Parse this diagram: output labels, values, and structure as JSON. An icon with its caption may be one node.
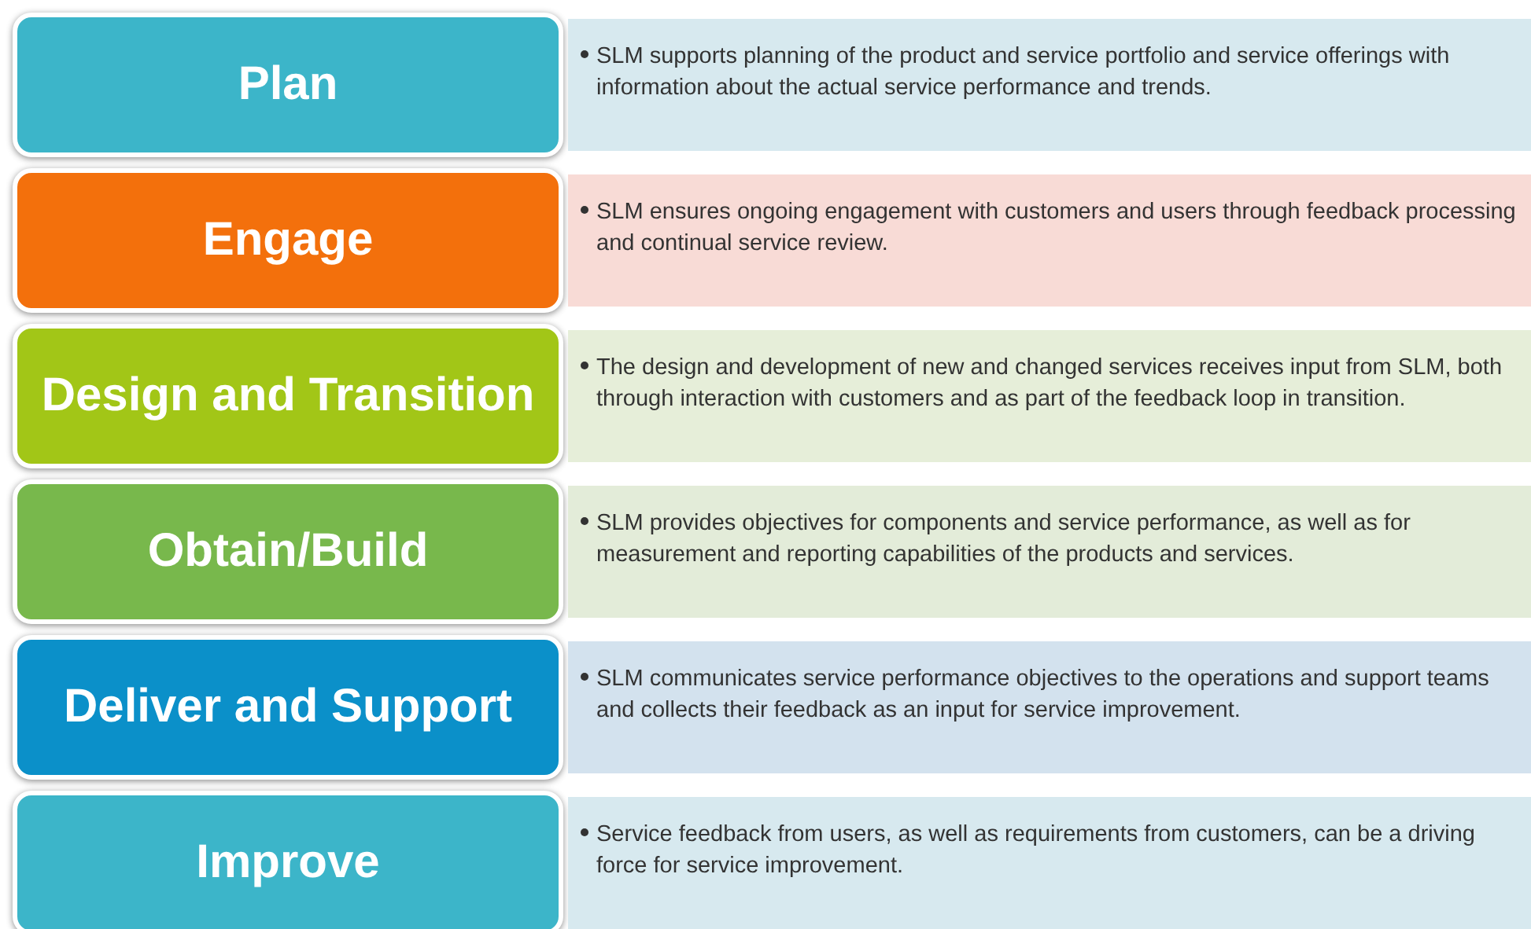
{
  "diagram": {
    "nodes": [
      {
        "text": [
          "Plan"
        ]
      },
      {
        "text": [
          "SLM supports planning of the product and service portfolio and service offerings with information about the actual service performance and trends."
        ]
      },
      {
        "text": [
          "Engage"
        ]
      },
      {
        "text": [
          "SLM ensures ongoing engagement with customers and users through feedback processing and continual service review."
        ]
      },
      {
        "text": [
          "Design and Transition"
        ]
      },
      {
        "text": [
          "The design and development of new and changed services receives input from SLM, both through interaction with customers and as part of the feedback loop in transition."
        ]
      },
      {
        "text": [
          "Obtain/Build"
        ]
      },
      {
        "text": [
          "SLM provides objectives for components and service performance, as well as for measurement and reporting capabilities of the products and services."
        ]
      },
      {
        "text": [
          "Deliver and Support"
        ]
      },
      {
        "text": [
          "SLM communicates service performance objectives to the operations and support teams and collects their feedback as an input for service improvement."
        ]
      },
      {
        "text": [
          "Improve"
        ]
      },
      {
        "text": [
          "Service feedback from users, as well as requirements from customers, can be a driving force for service improvement."
        ]
      }
    ]
  }
}
